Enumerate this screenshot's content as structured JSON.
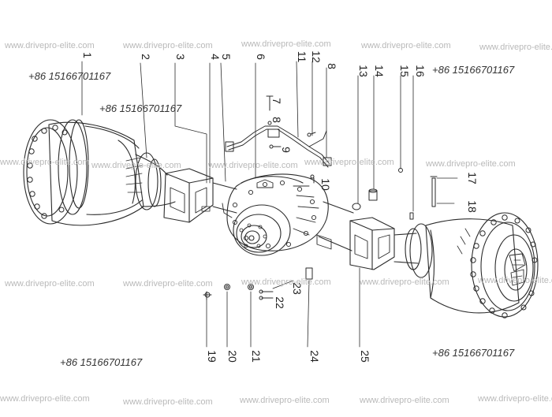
{
  "watermark": "www.drivepro-elite.com",
  "phone": "+86 15166701167",
  "callouts": [
    "1",
    "2",
    "3",
    "4",
    "5",
    "6",
    "7",
    "8",
    "9",
    "10",
    "11",
    "12",
    "8",
    "13",
    "14",
    "15",
    "16",
    "17",
    "18",
    "19",
    "20",
    "21",
    "22",
    "23",
    "24",
    "25"
  ],
  "colors": {
    "line": "#2b2b2b",
    "watermark": "#b9b9b9",
    "phone": "#333333",
    "background": "#ffffff"
  }
}
